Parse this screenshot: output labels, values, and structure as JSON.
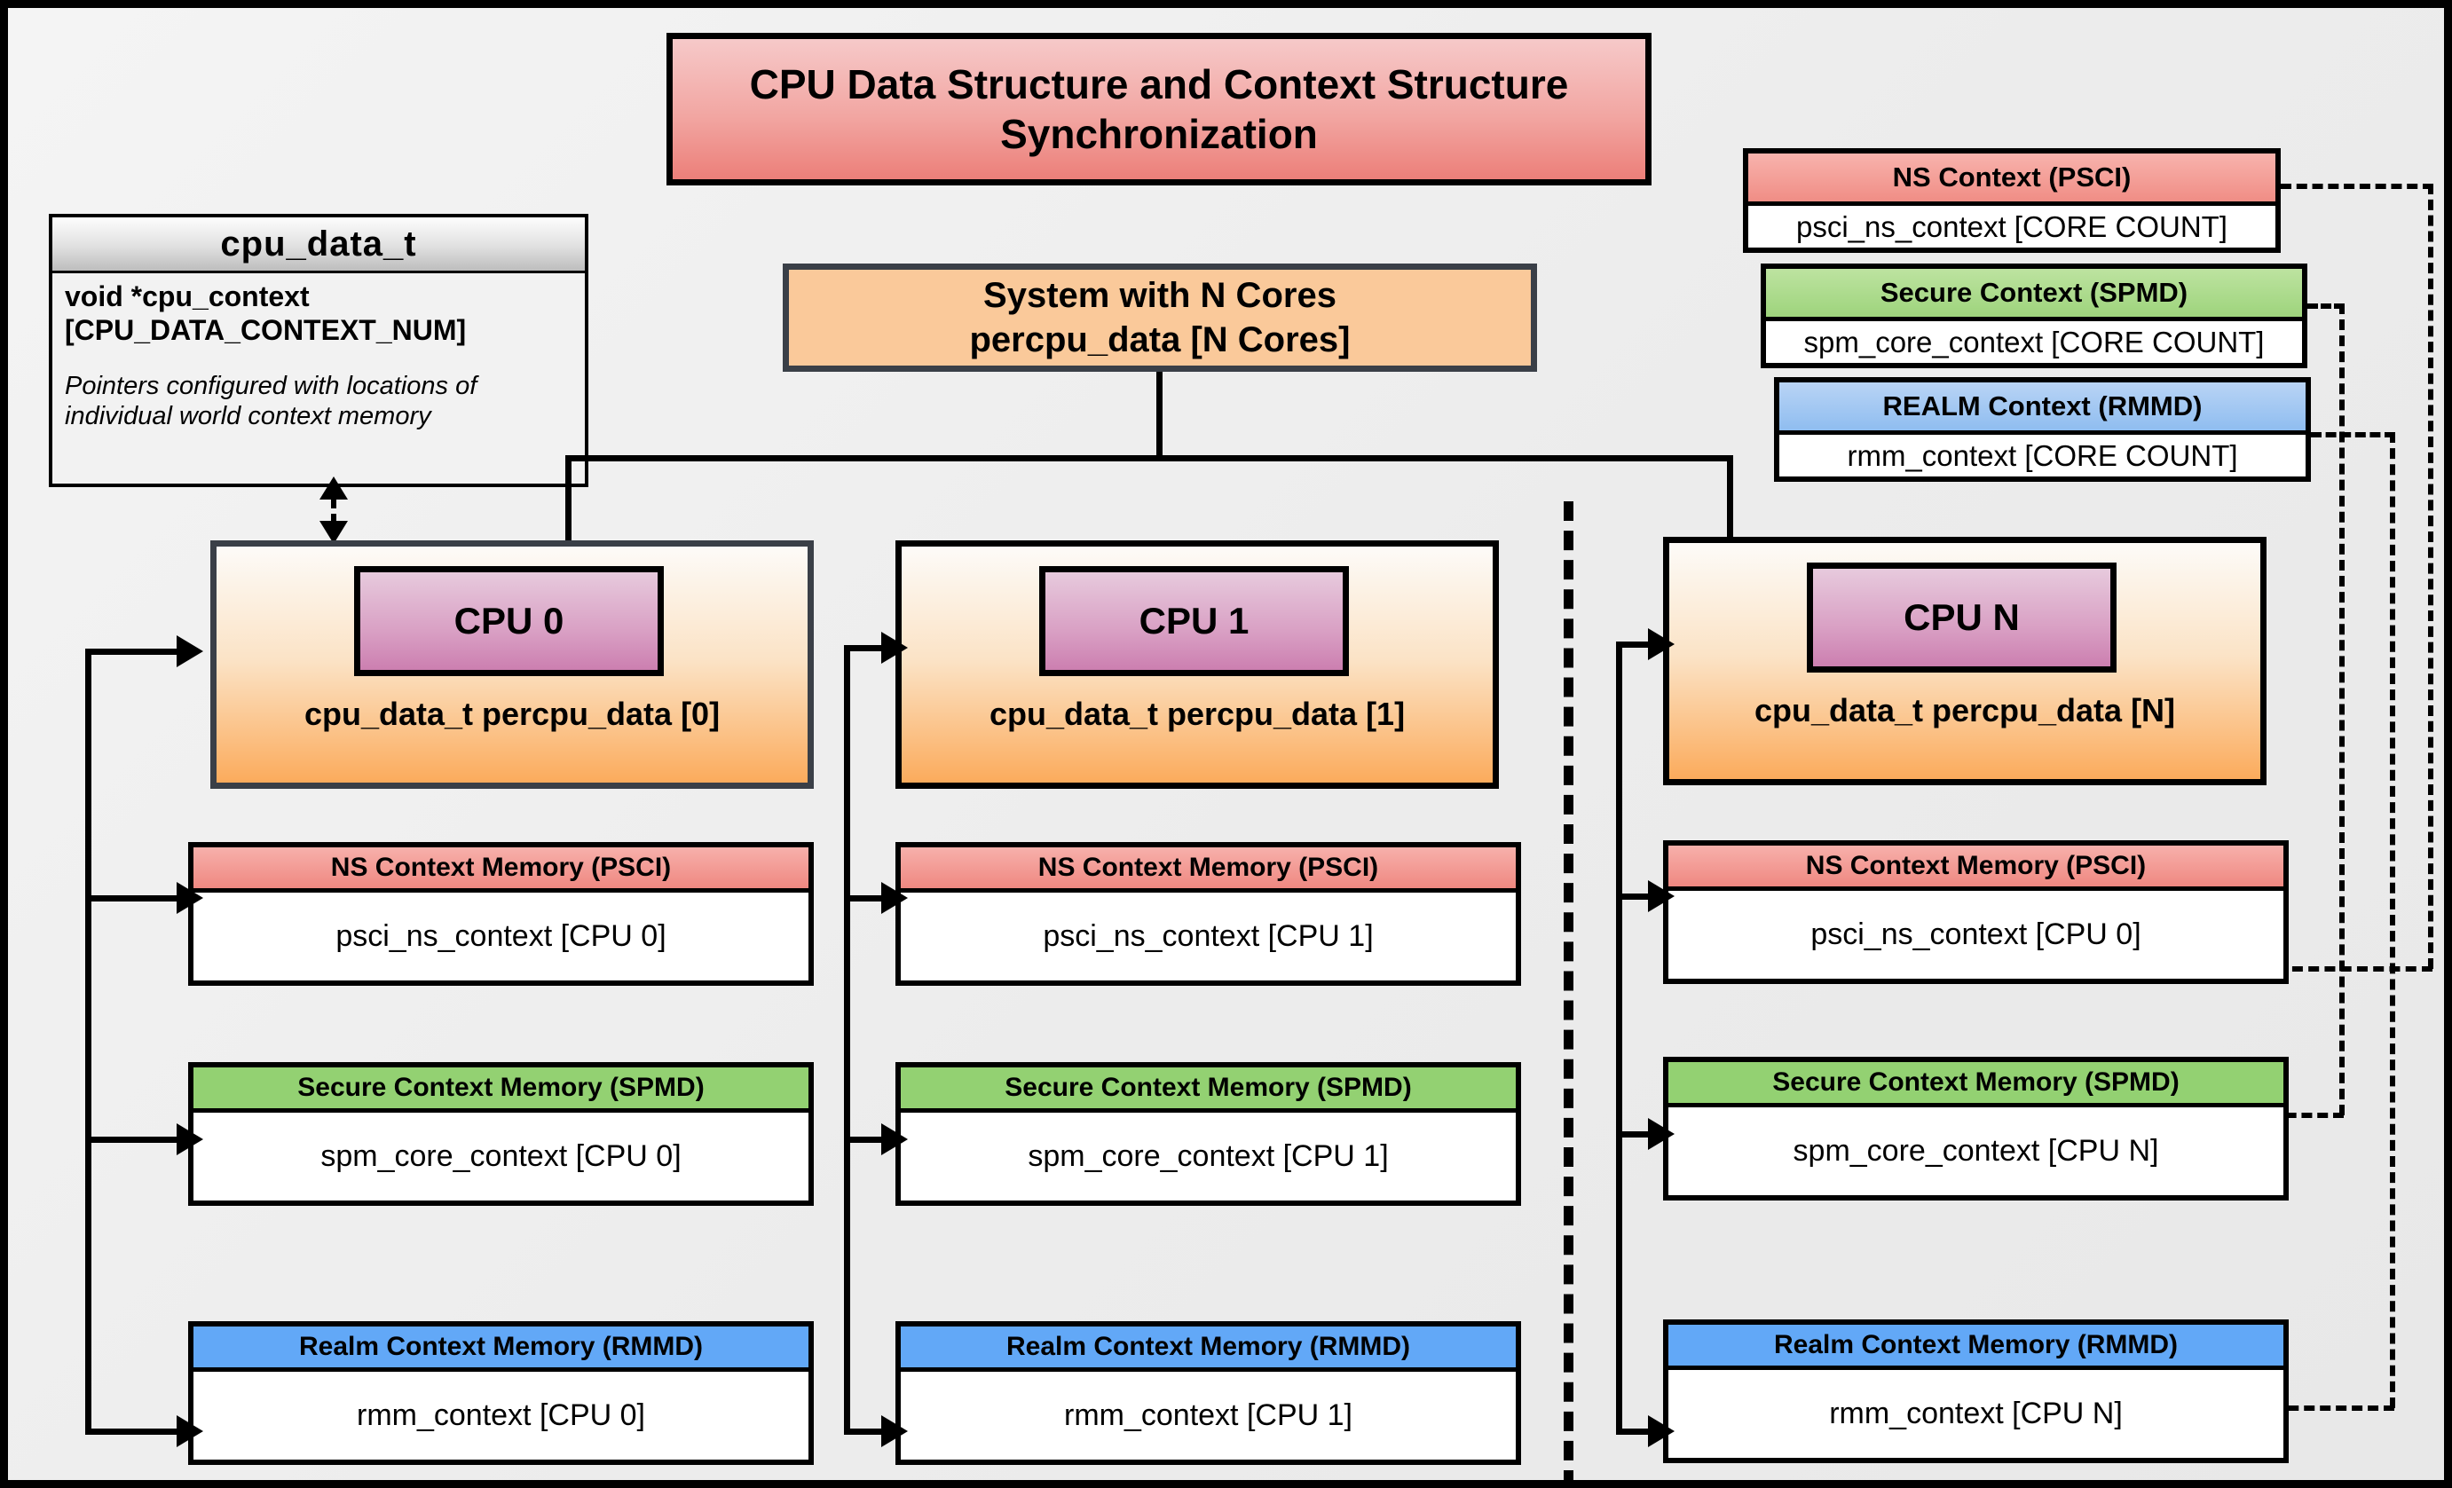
{
  "title": "CPU Data Structure and Context Structure Synchronization",
  "cpu_data_struct": {
    "header": "cpu_data_t",
    "field": "void  *cpu_context [CPU_DATA_CONTEXT_NUM]",
    "note": "Pointers configured with locations of individual world context memory"
  },
  "system": {
    "line1": "System with N Cores",
    "line2": "percpu_data [N Cores]"
  },
  "global_contexts": [
    {
      "header": "NS Context  (PSCI)",
      "body": "psci_ns_context [CORE COUNT]",
      "color": "#f08d85"
    },
    {
      "header": "Secure Context (SPMD)",
      "body": "spm_core_context [CORE COUNT]",
      "color": "#9ed47c"
    },
    {
      "header": "REALM Context (RMMD)",
      "body": "rmm_context [CORE COUNT]",
      "color": "#8fbdf0"
    }
  ],
  "cpus": [
    {
      "chip": "CPU 0",
      "caption": "cpu_data_t percpu_data [0]",
      "contexts": [
        {
          "header": "NS Context Memory (PSCI)",
          "body": "psci_ns_context [CPU 0]"
        },
        {
          "header": "Secure Context Memory (SPMD)",
          "body": "spm_core_context [CPU 0]"
        },
        {
          "header": "Realm Context Memory (RMMD)",
          "body": "rmm_context [CPU 0]"
        }
      ]
    },
    {
      "chip": "CPU 1",
      "caption": "cpu_data_t percpu_data [1]",
      "contexts": [
        {
          "header": "NS Context Memory (PSCI)",
          "body": "psci_ns_context [CPU 1]"
        },
        {
          "header": "Secure Context Memory (SPMD)",
          "body": "spm_core_context [CPU 1]"
        },
        {
          "header": "Realm Context Memory (RMMD)",
          "body": "rmm_context [CPU 1]"
        }
      ]
    },
    {
      "chip": "CPU N",
      "caption": "cpu_data_t percpu_data [N]",
      "contexts": [
        {
          "header": "NS Context Memory (PSCI)",
          "body": "psci_ns_context [CPU 0]"
        },
        {
          "header": "Secure Context Memory (SPMD)",
          "body": "spm_core_context [CPU N]"
        },
        {
          "header": "Realm Context Memory (RMMD)",
          "body": "rmm_context [CPU N]"
        }
      ]
    }
  ],
  "colors": {
    "ns": "#f08d85",
    "secure": "#9ed47c",
    "realm": "#8fbdf0",
    "cpu_chip": "#cc7fb0",
    "cpu_block": "#fbab5c",
    "title": "#ec7f79",
    "system": "#fac99a"
  }
}
